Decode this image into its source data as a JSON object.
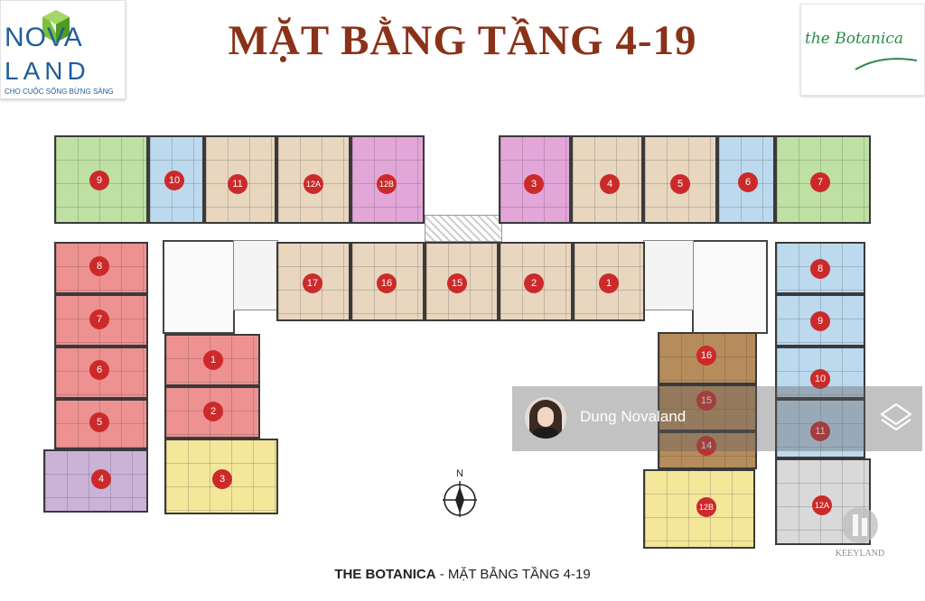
{
  "title": "MẶT BẰNG TẦNG 4-19",
  "logo_left": {
    "brand_top": "NOVA",
    "brand_bottom": "LAND",
    "tagline": "CHO CUỘC SỐNG BỪNG SÁNG"
  },
  "logo_right": {
    "brand": "the Botanica"
  },
  "caption": {
    "bold": "THE BOTANICA",
    "rest": " - MẶT BẰNG TẦNG 4-19"
  },
  "compass_label": "N",
  "overlay": {
    "name": "Dung Novaland"
  },
  "watermark_text": "KEEYLAND",
  "colors": {
    "green": "#bfe0a3",
    "blue": "#bcd9ee",
    "beige": "#e8d6bf",
    "pink": "#e3a6d9",
    "red": "#ee9191",
    "purple": "#cbb3d8",
    "yellow": "#f4e79a",
    "brown": "#b68c5c",
    "gray": "#d9d9d9",
    "badge": "#cc2a2a",
    "title": "#8a3218"
  },
  "units": [
    {
      "label": "9",
      "color": "green"
    },
    {
      "label": "10",
      "color": "blue"
    },
    {
      "label": "11",
      "color": "beige"
    },
    {
      "label": "12A",
      "color": "beige"
    },
    {
      "label": "12B",
      "color": "pink"
    },
    {
      "label": "3",
      "color": "pink"
    },
    {
      "label": "4",
      "color": "beige"
    },
    {
      "label": "5",
      "color": "beige"
    },
    {
      "label": "6",
      "color": "blue"
    },
    {
      "label": "7",
      "color": "green"
    },
    {
      "label": "17",
      "color": "beige"
    },
    {
      "label": "16",
      "color": "beige"
    },
    {
      "label": "15",
      "color": "beige"
    },
    {
      "label": "2",
      "color": "beige"
    },
    {
      "label": "1",
      "color": "beige"
    },
    {
      "label": "8",
      "color": "red"
    },
    {
      "label": "7",
      "color": "red"
    },
    {
      "label": "6",
      "color": "red"
    },
    {
      "label": "5",
      "color": "red"
    },
    {
      "label": "4",
      "color": "purple"
    },
    {
      "label": "1",
      "color": "red"
    },
    {
      "label": "2",
      "color": "red"
    },
    {
      "label": "3",
      "color": "yellow"
    },
    {
      "label": "8",
      "color": "blue"
    },
    {
      "label": "9",
      "color": "blue"
    },
    {
      "label": "10",
      "color": "blue"
    },
    {
      "label": "11",
      "color": "blue"
    },
    {
      "label": "12A",
      "color": "gray"
    },
    {
      "label": "16",
      "color": "brown"
    },
    {
      "label": "15",
      "color": "brown"
    },
    {
      "label": "14",
      "color": "brown"
    },
    {
      "label": "12B",
      "color": "yellow"
    }
  ]
}
